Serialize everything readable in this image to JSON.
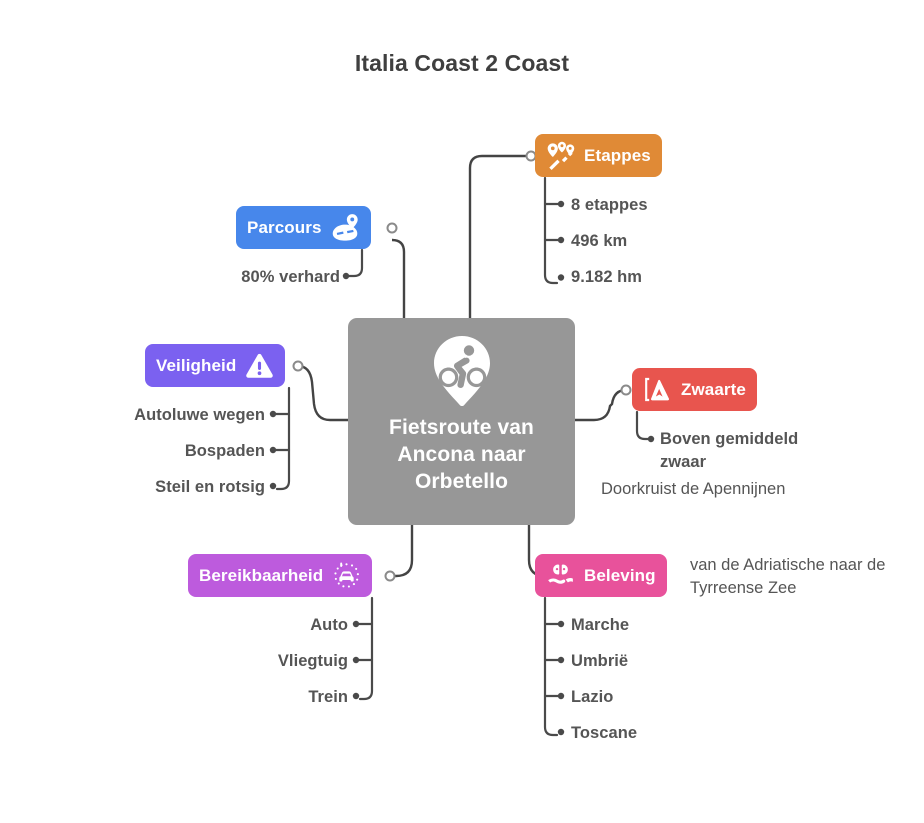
{
  "title": "Italia Coast 2 Coast",
  "center": {
    "icon": "bicycle-map-pin-icon",
    "label": "Fietsroute van Ancona naar Orbetello",
    "color": "#979797"
  },
  "branches": {
    "etappes": {
      "label": "Etappes",
      "color": "#E08A36",
      "icon": "map-route-pins-icon",
      "icon_side": "left",
      "children": [
        {
          "label": "8 etappes"
        },
        {
          "label": "496 km"
        },
        {
          "label": "9.182 hm"
        }
      ]
    },
    "parcours": {
      "label": "Parcours",
      "color": "#4787EB",
      "icon": "road-pin-icon",
      "icon_side": "right",
      "children": [
        {
          "label": "80% verhard"
        }
      ]
    },
    "veiligheid": {
      "label": "Veiligheid",
      "color": "#7B61F0",
      "icon": "warning-triangle-icon",
      "icon_side": "right",
      "children": [
        {
          "label": "Autoluwe wegen"
        },
        {
          "label": "Bospaden"
        },
        {
          "label": "Steil en rotsig"
        }
      ]
    },
    "zwaarte": {
      "label": "Zwaarte",
      "color": "#E8554E",
      "icon": "mountain-elevation-icon",
      "icon_side": "left",
      "children": [
        {
          "label": "Boven gemiddeld zwaar"
        }
      ],
      "note": "Doorkruist de Apennijnen"
    },
    "bereikbaarheid": {
      "label": "Bereikbaarheid",
      "color": "#BD5BDD",
      "icon": "car-dotted-circle-icon",
      "icon_side": "right",
      "children": [
        {
          "label": "Auto"
        },
        {
          "label": "Vliegtuig"
        },
        {
          "label": "Trein"
        }
      ]
    },
    "beleving": {
      "label": "Beleving",
      "color": "#E8529B",
      "icon": "hand-leaves-icon",
      "icon_side": "left",
      "children": [
        {
          "label": "Marche"
        },
        {
          "label": "Umbrië"
        },
        {
          "label": "Lazio"
        },
        {
          "label": "Toscane"
        }
      ],
      "note": "van de Adriatische naar de Tyrreense Zee"
    }
  }
}
